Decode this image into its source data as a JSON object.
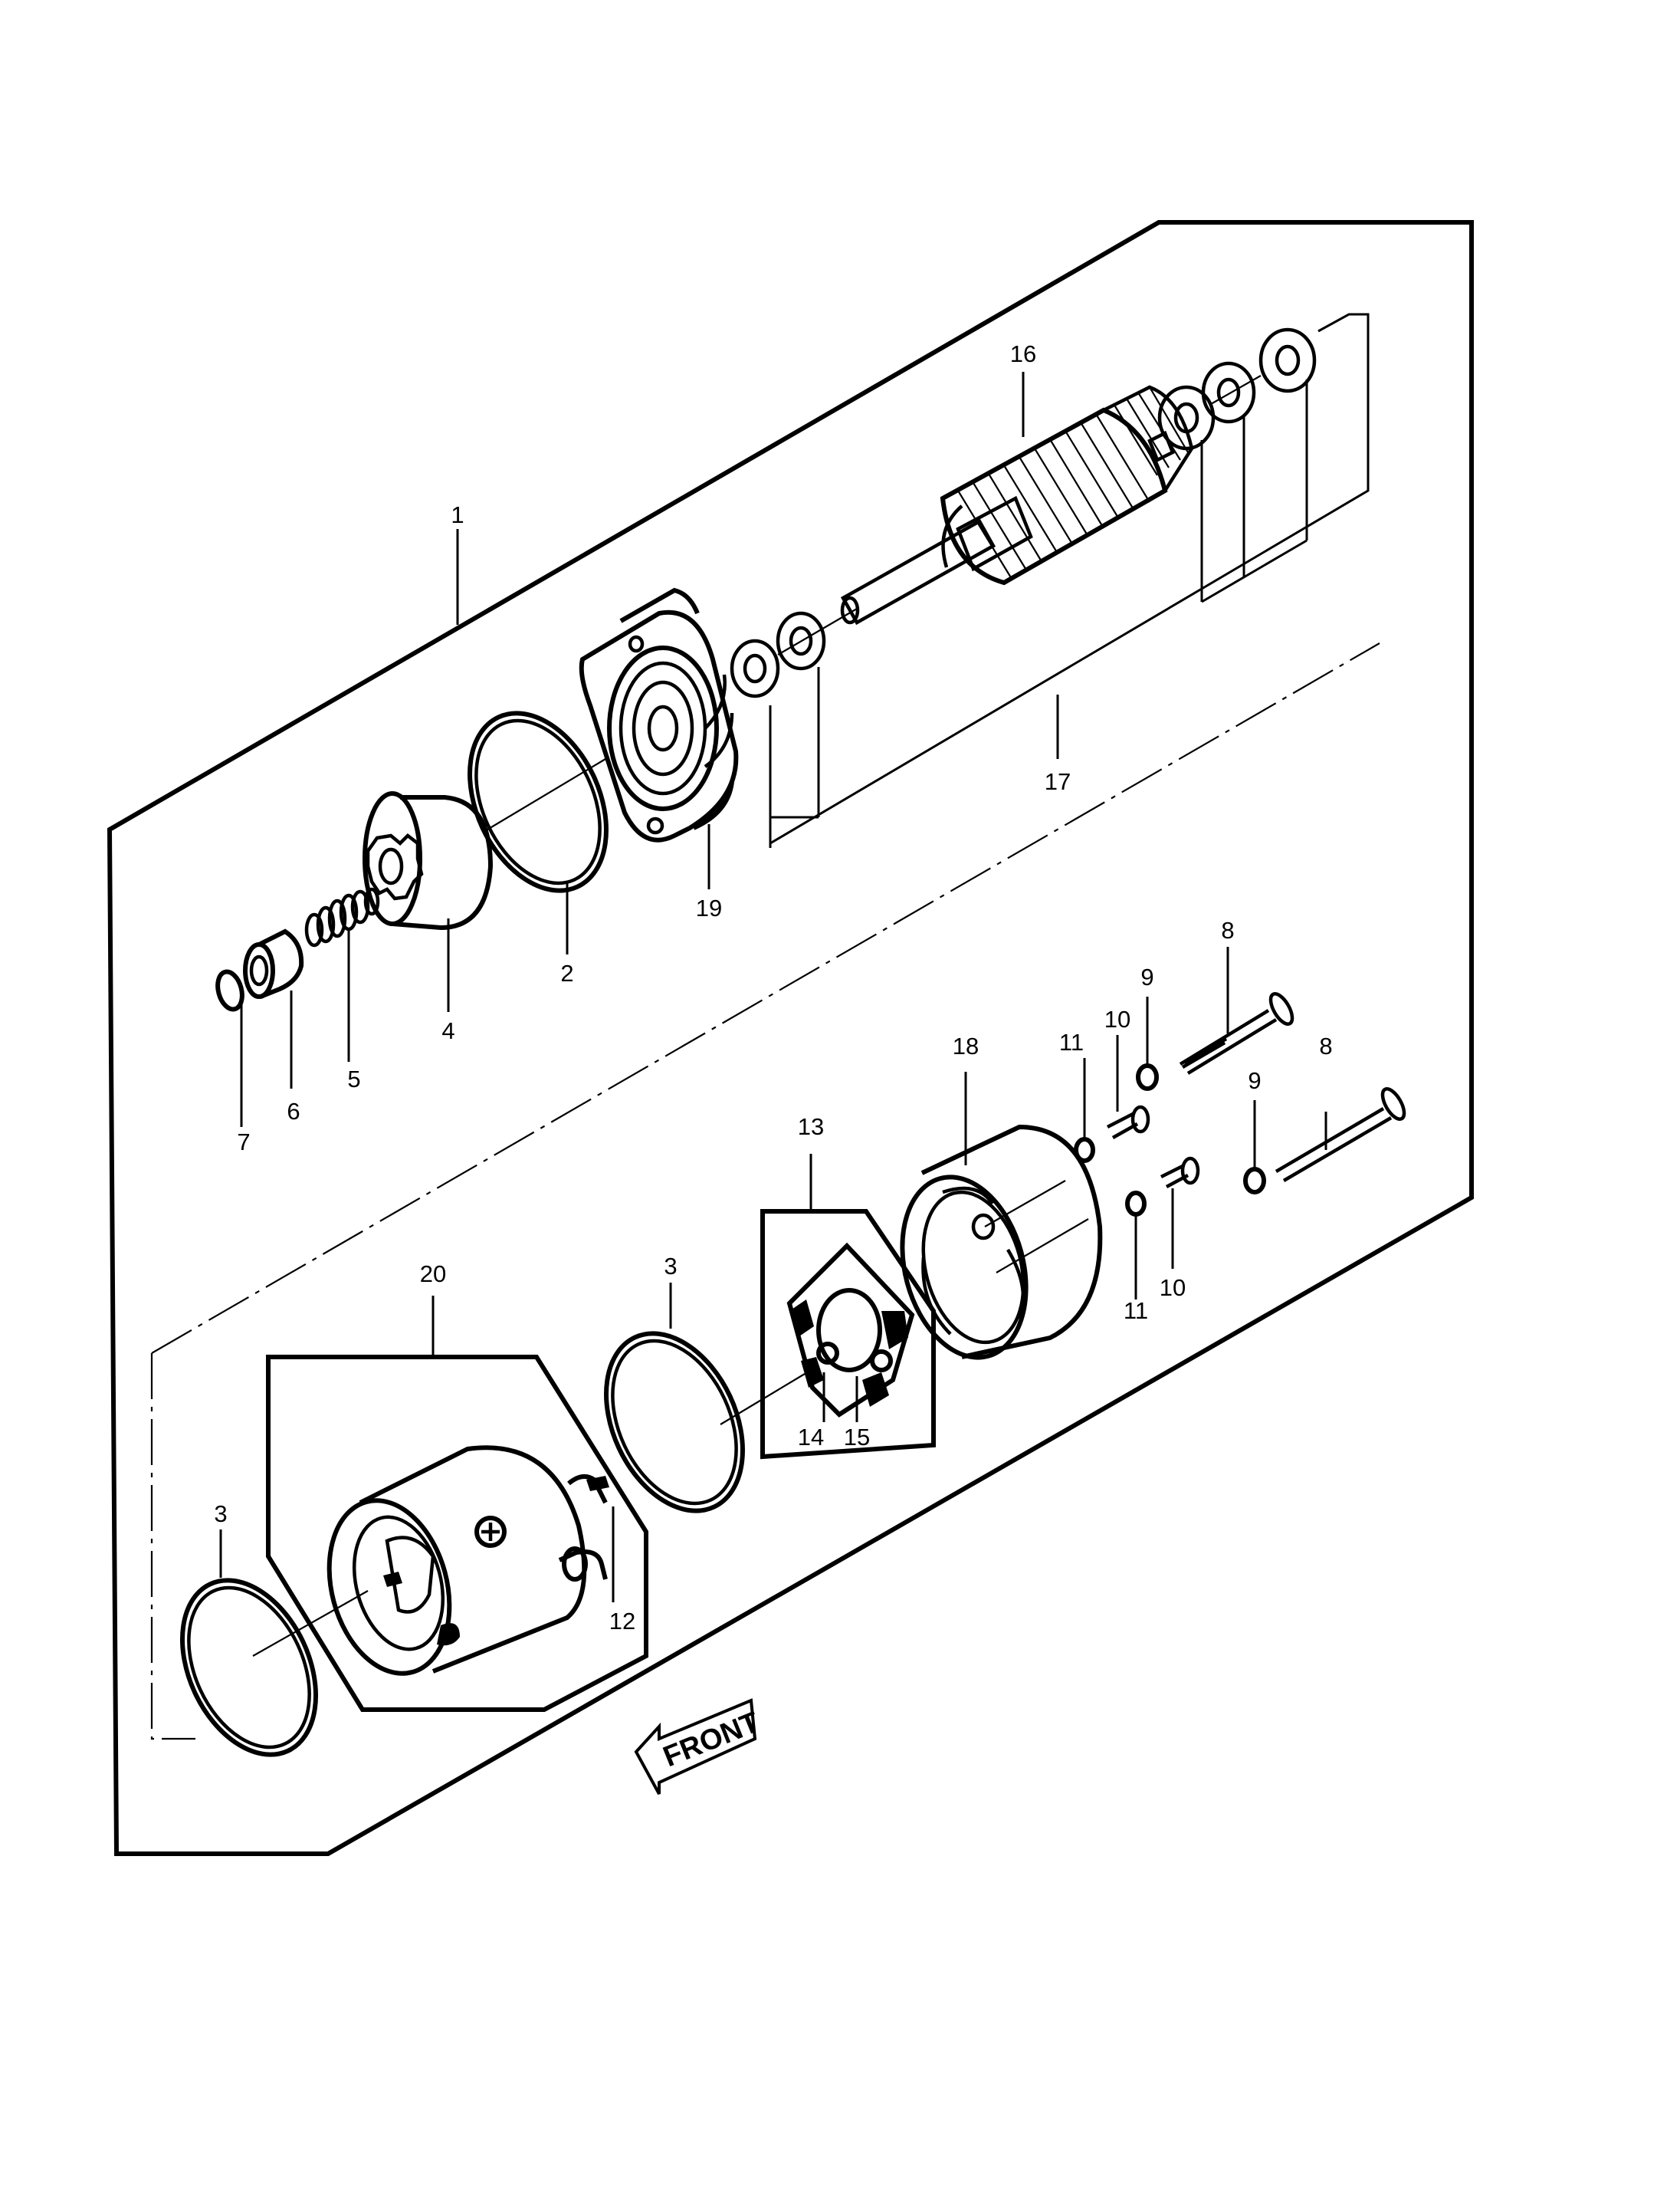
{
  "diagram": {
    "labels": {
      "l1": "1",
      "l2": "2",
      "l3a": "3",
      "l3b": "3",
      "l4": "4",
      "l5": "5",
      "l6": "6",
      "l7": "7",
      "l8a": "8",
      "l8b": "8",
      "l9a": "9",
      "l9b": "9",
      "l10a": "10",
      "l10b": "10",
      "l11a": "11",
      "l11b": "11",
      "l12": "12",
      "l13": "13",
      "l14": "14",
      "l15": "15",
      "l16": "16",
      "l17": "17",
      "l18": "18",
      "l19": "19",
      "l20": "20"
    },
    "front_arrow": "FRONT"
  }
}
